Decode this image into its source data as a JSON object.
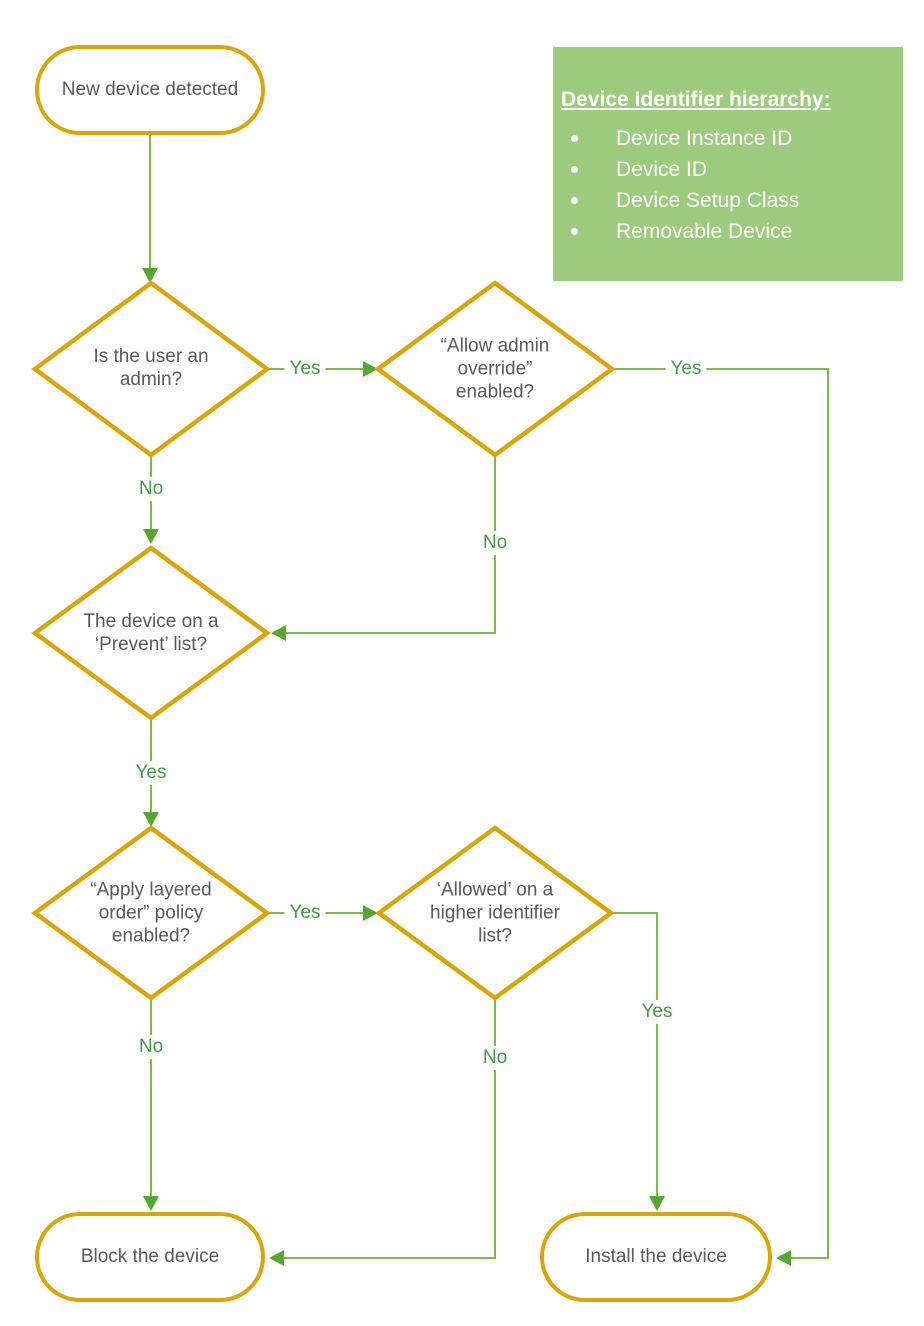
{
  "colors": {
    "shape_border": "#DBA508",
    "connector_green": "#79BA48",
    "arrowhead_green": "#54A82F",
    "edge_label_green": "#3FA044",
    "legend_background": "#9CCB7E",
    "legend_text": "#FFFFFF",
    "node_text": "#595959"
  },
  "legend": {
    "title": "Device Identifier hierarchy:",
    "items": [
      "Device Instance ID",
      "Device ID",
      "Device Setup Class",
      "Removable Device"
    ]
  },
  "nodes": {
    "start": "New device detected",
    "admin_check": "Is the user an admin?",
    "override_check": "“Allow admin override” enabled?",
    "prevent_check": "The device on a ‘Prevent’ list?",
    "layered_check": "“Apply layered order” policy enabled?",
    "allowed_check": "‘Allowed’ on a higher identifier list?",
    "block": "Block the device",
    "install": "Install the device"
  },
  "edges": {
    "admin_yes": "Yes",
    "admin_no": "No",
    "override_yes": "Yes",
    "override_no": "No",
    "prevent_yes": "Yes",
    "layered_yes": "Yes",
    "layered_no": "No",
    "allowed_yes": "Yes",
    "allowed_no": "No"
  }
}
